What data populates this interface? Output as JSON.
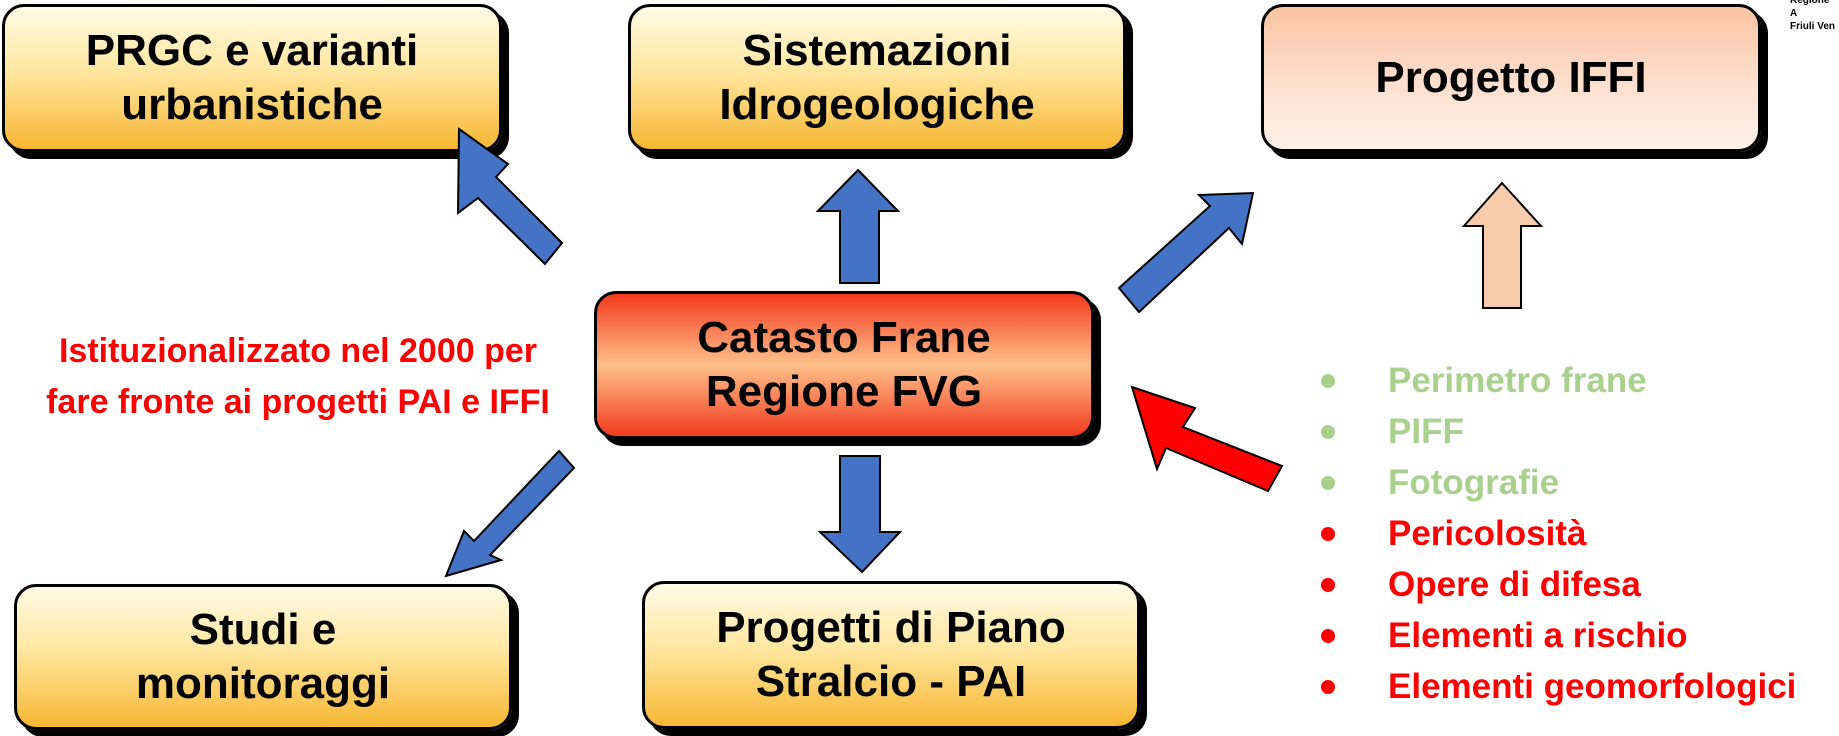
{
  "boxes": {
    "prgc": "PRGC e varianti\nurbanistiche",
    "sistemazioni": "Sistemazioni\nIdrogeologiche",
    "iffi": "Progetto IFFI",
    "catasto": "Catasto Frane\nRegione FVG",
    "studi": "Studi e\nmonitoraggi",
    "pai": "Progetti di Piano\nStralcio - PAI"
  },
  "note": "Istituzionalizzato nel 2000 per\nfare fronte ai  progetti PAI e IFFI",
  "list": [
    {
      "text": "Perimetro frane",
      "color": "#a9d18e"
    },
    {
      "text": "PIFF",
      "color": "#a9d18e"
    },
    {
      "text": "Fotografie",
      "color": "#a9d18e"
    },
    {
      "text": "Pericolosità",
      "color": "#ff0000"
    },
    {
      "text": "Opere di difesa",
      "color": "#ff0000"
    },
    {
      "text": "Elementi a rischio",
      "color": "#ff0000"
    },
    {
      "text": "Elementi geomorfologici",
      "color": "#ff0000"
    }
  ],
  "logo": "Regione A\nFriuli Ven",
  "colors": {
    "arrow_blue": "#4472c4",
    "arrow_red": "#ff0000",
    "arrow_peach": "#f8cbad"
  }
}
